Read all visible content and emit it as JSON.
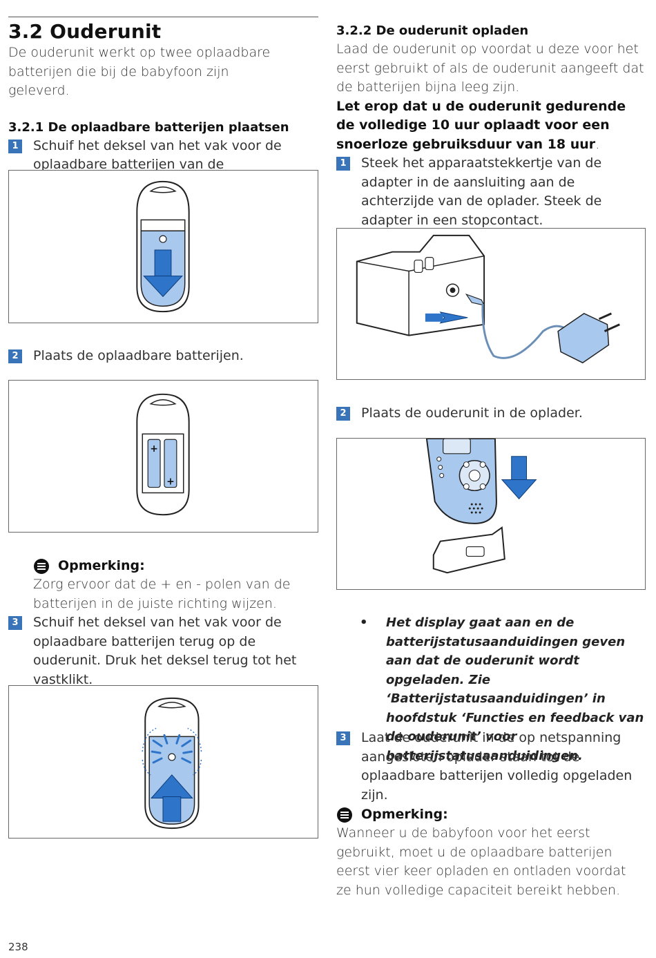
{
  "left": {
    "heading": "3.2 Ouderunit",
    "intro": "De ouderunit werkt op twee oplaadbare batterijen die bij de babyfoon zijn geleverd.",
    "subheading": "3.2.1 De oplaadbare batterijen plaatsen",
    "steps": [
      {
        "num": "1",
        "text": "Schuif het deksel van het vak voor de oplaadbare batterijen van de ouderunit."
      },
      {
        "num": "2",
        "text": "Plaats de oplaadbare batterijen."
      },
      {
        "num": "3",
        "text": "Schuif het deksel van het vak voor de oplaadbare batterijen terug op de ouderunit. Druk het deksel terug tot het vastklikt."
      }
    ],
    "note_title": "Opmerking:",
    "note_text": "Zorg ervoor dat de + en - polen van de batterijen in de juiste richting wijzen."
  },
  "right": {
    "subheading": "3.2.2 De ouderunit opladen",
    "intro": "Laad de ouderunit op voordat u deze voor het eerst gebruikt of als de ouderunit aangeeft dat de batterijen bijna leeg zijn.",
    "bold_text": "Let erop dat u de ouderunit gedurende de volledige 10 uur oplaadt voor een snoerloze gebruiksduur van 18 uur",
    "bold_suffix": ".",
    "steps": [
      {
        "num": "1",
        "text": "Steek het apparaatstekkertje van de adapter in de aansluiting aan de achterzijde van de oplader. Steek de adapter in een stopcontact."
      },
      {
        "num": "2",
        "text": "Plaats de ouderunit in de oplader."
      },
      {
        "num": "3",
        "text": "Laat de ouderunit in de op netspanning aangesloten oplader staan tot de oplaadbare batterijen volledig opgeladen zijn."
      }
    ],
    "bullet_mark": "•",
    "bullet_text": "Het display gaat aan en de batterijstatusaanduidingen geven aan dat de ouderunit wordt opgeladen. Zie ‘Batterijstatusaanduidingen’ in hoofdstuk ‘Functies en feedback van de ouderunit’ voor batterijstatusaanduidingen.",
    "note_title": "Opmerking:",
    "note_text": "Wanneer u de babyfoon voor het eerst gebruikt, moet u de oplaadbare batterijen eerst vier keer opladen en ontladen voordat ze hun volledige capaciteit bereikt hebben."
  },
  "battery_plus": "+",
  "page_number": "238",
  "colors": {
    "accent": "#3a74b8",
    "illustration_fill": "#a9c8ee",
    "arrow": "#2e74c9"
  },
  "icons": {
    "note": "note-icon",
    "arrow_down": "arrow-down-icon",
    "arrow_up": "arrow-up-icon"
  }
}
